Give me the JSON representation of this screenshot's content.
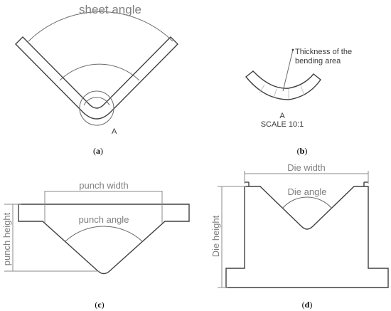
{
  "panel_a": {
    "angle_label": "sheet angle",
    "detail_marker": "A",
    "caption_letter": "a"
  },
  "panel_b": {
    "note_line1": "Thickness of the",
    "note_line2": "bending area",
    "detail_title": "A",
    "scale_label": "SCALE 10:1",
    "caption_letter": "b"
  },
  "panel_c": {
    "width_label": "punch width",
    "angle_label": "punch angle",
    "height_label": "punch height",
    "caption_letter": "c"
  },
  "panel_d": {
    "width_label": "Die width",
    "angle_label": "Die angle",
    "height_label": "Die height",
    "caption_letter": "d"
  },
  "colors": {
    "outline": "#404040",
    "dimension_text": "#7f7f7f"
  }
}
